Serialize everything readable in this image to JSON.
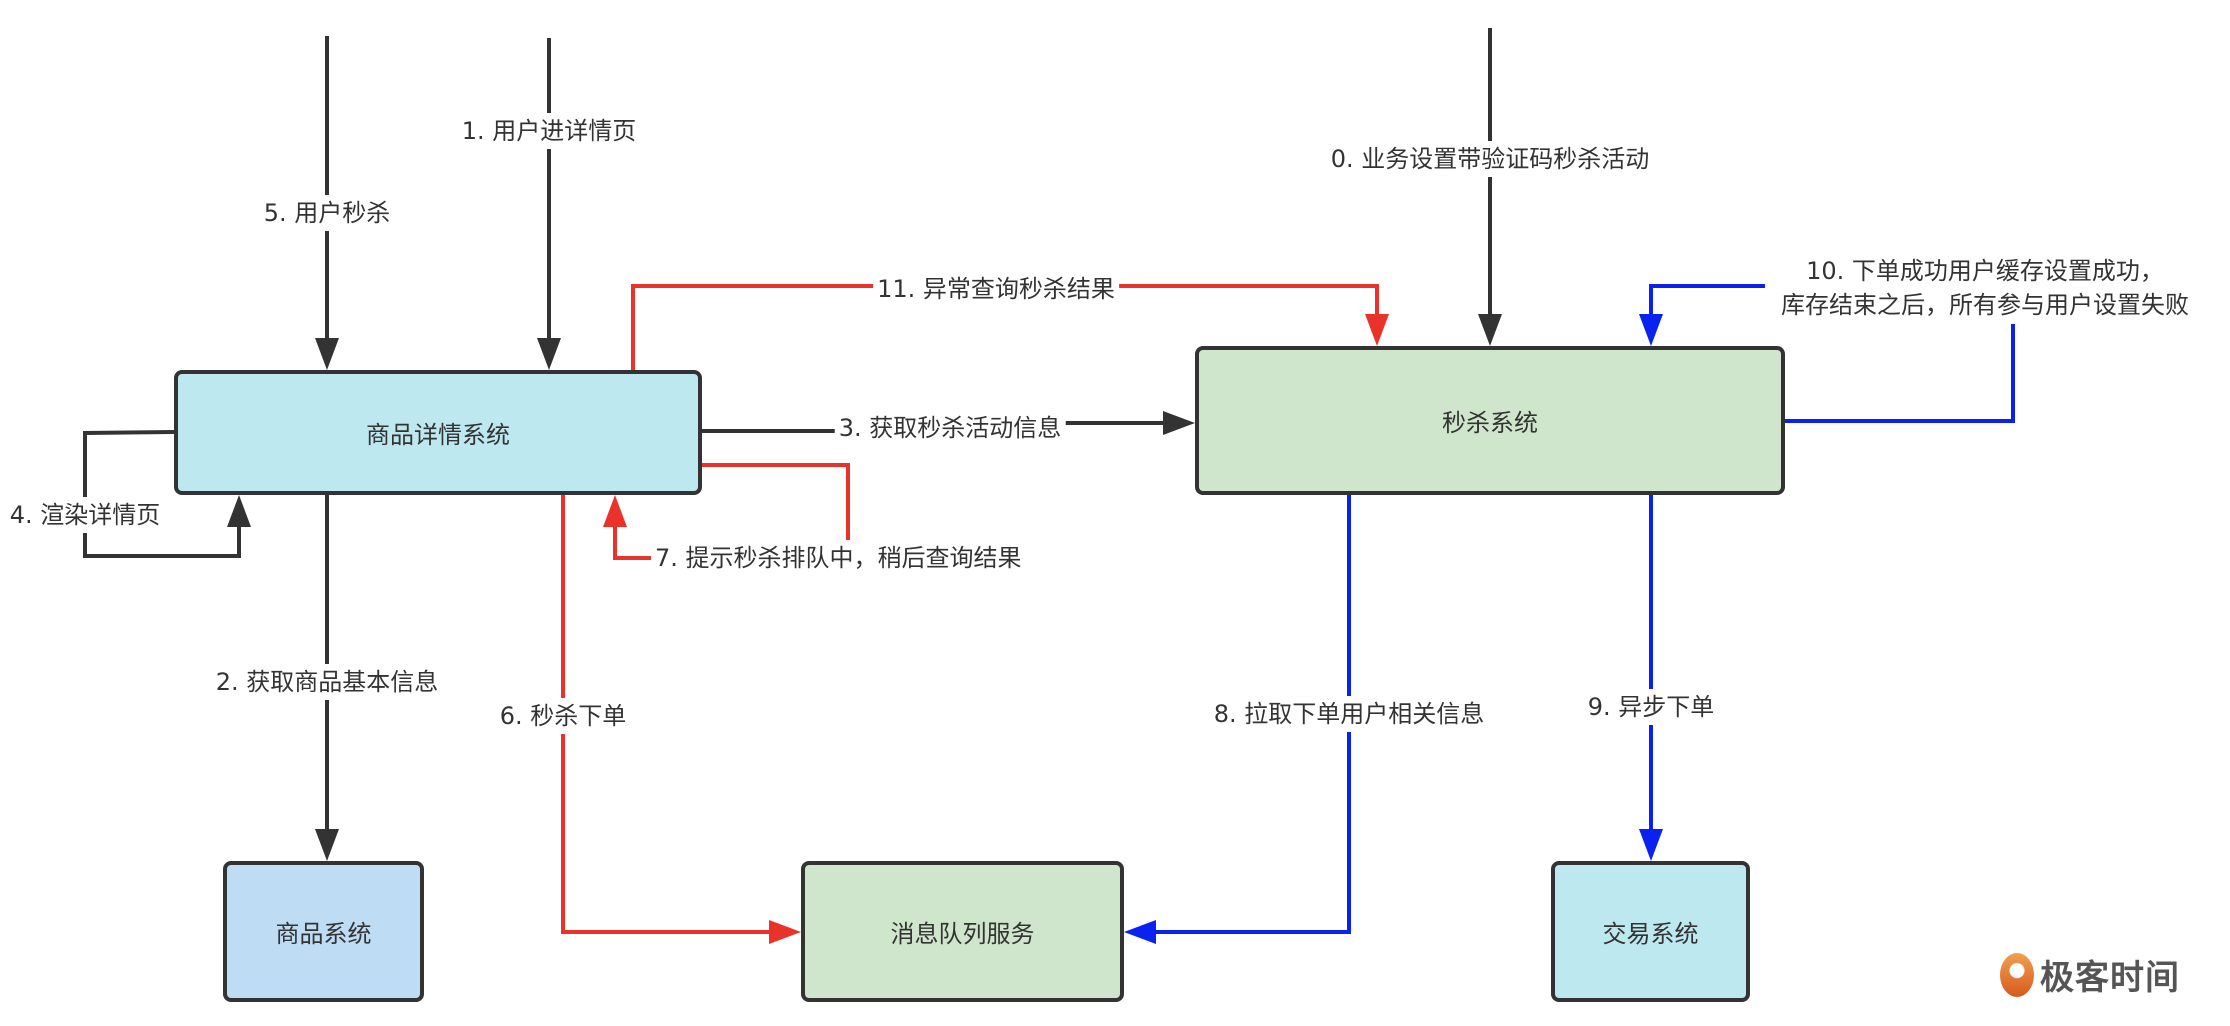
{
  "diagram": {
    "nodes": {
      "detail_system": {
        "label": "商品详情系统",
        "fill": "#bde8ef"
      },
      "seckill_system": {
        "label": "秒杀系统",
        "fill": "#cfe5cc"
      },
      "product_system": {
        "label": "商品系统",
        "fill": "#bfdcf5"
      },
      "mq_service": {
        "label": "消息队列服务",
        "fill": "#cfe5cc"
      },
      "trade_system": {
        "label": "交易系统",
        "fill": "#bde8ef"
      }
    },
    "edges": {
      "e0": {
        "label": "0. 业务设置带验证码秒杀活动",
        "color": "#333333"
      },
      "e1": {
        "label": "1. 用户进详情页",
        "color": "#333333"
      },
      "e2": {
        "label": "2. 获取商品基本信息",
        "color": "#333333"
      },
      "e3": {
        "label": "3. 获取秒杀活动信息",
        "color": "#333333"
      },
      "e4": {
        "label": "4. 渲染详情页",
        "color": "#333333"
      },
      "e5": {
        "label": "5. 用户秒杀",
        "color": "#333333"
      },
      "e6": {
        "label": "6. 秒杀下单",
        "color": "#e8322a"
      },
      "e7": {
        "label": "7. 提示秒杀排队中，稍后查询结果",
        "color": "#e8322a"
      },
      "e8": {
        "label": "8. 拉取下单用户相关信息",
        "color": "#0a22f0"
      },
      "e9": {
        "label": "9. 异步下单",
        "color": "#0a22f0"
      },
      "e10": {
        "line1": "10. 下单成功用户缓存设置成功，",
        "line2": "库存结束之后，所有参与用户设置失败",
        "color": "#0a22f0"
      },
      "e11": {
        "label": "11. 异常查询秒杀结果",
        "color": "#e8322a"
      }
    }
  },
  "watermark": {
    "text": "极客时间"
  }
}
